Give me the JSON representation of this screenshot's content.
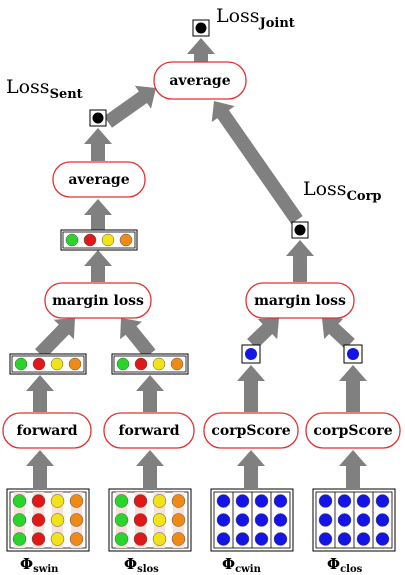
{
  "colors": {
    "green": "#2bd42b",
    "red": "#e01818",
    "yellow": "#f2e21a",
    "orange": "#f08a16",
    "blue": "#1414e6",
    "node_border": "#e0312f",
    "arrow": "#808080",
    "black_dot": "#000000"
  },
  "nodes": {
    "average_top": "average",
    "average_left": "average",
    "margin_loss_left": "margin loss",
    "margin_loss_right": "margin loss",
    "forward_1": "forward",
    "forward_2": "forward",
    "corpscore_1": "corpScore",
    "corpscore_2": "corpScore"
  },
  "losses": {
    "joint": {
      "main": "Loss",
      "sub": "Joint"
    },
    "sent": {
      "main": "Loss",
      "sub": "Sent"
    },
    "corp": {
      "main": "Loss",
      "sub": "Corp"
    }
  },
  "inputs": {
    "swin": {
      "symbol": "Φ",
      "sub": "swin"
    },
    "slos": {
      "symbol": "Φ",
      "sub": "slos"
    },
    "cwin": {
      "symbol": "Φ",
      "sub": "cwin"
    },
    "clos": {
      "symbol": "Φ",
      "sub": "clos"
    }
  }
}
